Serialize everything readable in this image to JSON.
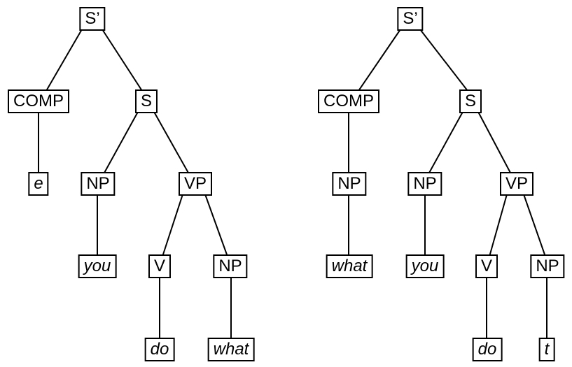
{
  "figure": {
    "type": "syntax-tree-pair",
    "background_color": "#ffffff",
    "line_color": "#000000",
    "trees": [
      {
        "name": "left tree (wh-phrase in base position)",
        "nodes": [
          {
            "id": "sbar",
            "label": "S’",
            "italic": false
          },
          {
            "id": "comp",
            "label": "COMP",
            "italic": false
          },
          {
            "id": "s",
            "label": "S",
            "italic": false
          },
          {
            "id": "e",
            "label": "e",
            "italic": true
          },
          {
            "id": "np-subject",
            "label": "NP",
            "italic": false
          },
          {
            "id": "vp",
            "label": "VP",
            "italic": false
          },
          {
            "id": "you",
            "label": "you",
            "italic": true
          },
          {
            "id": "v",
            "label": "V",
            "italic": false
          },
          {
            "id": "np-object",
            "label": "NP",
            "italic": false
          },
          {
            "id": "do",
            "label": "do",
            "italic": true
          },
          {
            "id": "what",
            "label": "what",
            "italic": true
          }
        ],
        "edges": [
          {
            "parent": "sbar",
            "child": "comp"
          },
          {
            "parent": "sbar",
            "child": "s"
          },
          {
            "parent": "comp",
            "child": "e"
          },
          {
            "parent": "s",
            "child": "np-subject"
          },
          {
            "parent": "s",
            "child": "vp"
          },
          {
            "parent": "np-subject",
            "child": "you"
          },
          {
            "parent": "vp",
            "child": "v"
          },
          {
            "parent": "vp",
            "child": "np-object"
          },
          {
            "parent": "v",
            "child": "do"
          },
          {
            "parent": "np-object",
            "child": "what"
          }
        ]
      },
      {
        "name": "right tree (wh-phrase moved to COMP, trace in object position)",
        "nodes": [
          {
            "id": "sbar",
            "label": "S’",
            "italic": false
          },
          {
            "id": "comp",
            "label": "COMP",
            "italic": false
          },
          {
            "id": "s",
            "label": "S",
            "italic": false
          },
          {
            "id": "np-comp",
            "label": "NP",
            "italic": false
          },
          {
            "id": "np-subject",
            "label": "NP",
            "italic": false
          },
          {
            "id": "vp",
            "label": "VP",
            "italic": false
          },
          {
            "id": "what",
            "label": "what",
            "italic": true
          },
          {
            "id": "you",
            "label": "you",
            "italic": true
          },
          {
            "id": "v",
            "label": "V",
            "italic": false
          },
          {
            "id": "np-object",
            "label": "NP",
            "italic": false
          },
          {
            "id": "do",
            "label": "do",
            "italic": true
          },
          {
            "id": "t",
            "label": "t",
            "italic": true
          }
        ],
        "edges": [
          {
            "parent": "sbar",
            "child": "comp"
          },
          {
            "parent": "sbar",
            "child": "s"
          },
          {
            "parent": "comp",
            "child": "np-comp"
          },
          {
            "parent": "np-comp",
            "child": "what"
          },
          {
            "parent": "s",
            "child": "np-subject"
          },
          {
            "parent": "s",
            "child": "vp"
          },
          {
            "parent": "np-subject",
            "child": "you"
          },
          {
            "parent": "vp",
            "child": "v"
          },
          {
            "parent": "vp",
            "child": "np-object"
          },
          {
            "parent": "v",
            "child": "do"
          },
          {
            "parent": "np-object",
            "child": "t"
          }
        ]
      }
    ]
  }
}
